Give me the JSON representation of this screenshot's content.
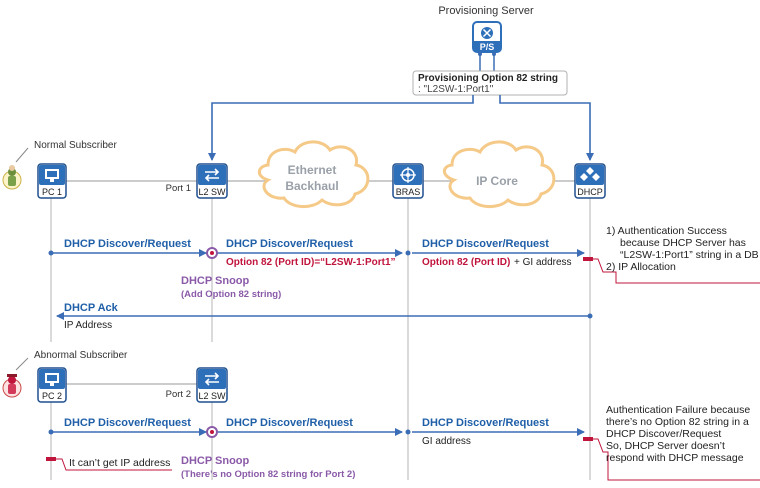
{
  "server": {
    "title": "Provisioning Server",
    "label": "P/S",
    "option_title": "Provisioning Option 82 string",
    "option_value": ": \"L2SW-1:Port1\""
  },
  "subscribers": {
    "normal": "Normal Subscriber",
    "abnormal": "Abnormal Subscriber"
  },
  "nodes": {
    "pc1": "PC 1",
    "pc2": "PC 2",
    "l2sw": "L2 SW",
    "bras": "BRAS",
    "dhcp": "DHCP",
    "port1": "Port 1",
    "port2": "Port 2"
  },
  "clouds": {
    "backhaul_line1": "Ethernet",
    "backhaul_line2": "Backhaul",
    "ipcore": "IP Core"
  },
  "flow1": {
    "msg_pc": "DHCP Discover/Request",
    "msg_sw": "DHCP Discover/Request",
    "opt82_sw": "Option 82 (Port ID)=“L2SW-1:Port1”",
    "msg_bras": "DHCP Discover/Request",
    "opt82_bras": "Option 82 (Port ID)",
    "gi_suffix": "+ GI address",
    "snoop": "DHCP Snoop",
    "snoop_sub": "(Add Option 82 string)",
    "ack": "DHCP Ack",
    "ip_address": "IP Address",
    "note": [
      "1) Authentication Success",
      "because DHCP Server has",
      "“L2SW-1:Port1” string in a DB",
      "2) IP Allocation"
    ]
  },
  "flow2": {
    "msg_pc": "DHCP Discover/Request",
    "msg_sw": "DHCP Discover/Request",
    "msg_bras": "DHCP Discover/Request",
    "gi": "GI address",
    "snoop": "DHCP Snoop",
    "snoop_sub": "(There’s no Option 82 string for Port 2)",
    "fail": "It can’t get IP address",
    "note": [
      "Authentication Failure because",
      "there’s no Option 82 string in a",
      "DHCP Discover/Request",
      "So, DHCP Server doesn’t",
      "respond with DHCP message"
    ]
  },
  "colors": {
    "node_fill": "#2e6fba",
    "node_border": "#1f4f8f",
    "arrow": "#3a6db5",
    "msg_text": "#1f5fa8",
    "opt82": "#c0143c",
    "snoop": "#8a5aa8",
    "cloud_stroke": "#f5c987",
    "cloud_text": "#9aa0a8",
    "lifeline": "#b5b5b5",
    "note_marker": "#c0143c"
  }
}
